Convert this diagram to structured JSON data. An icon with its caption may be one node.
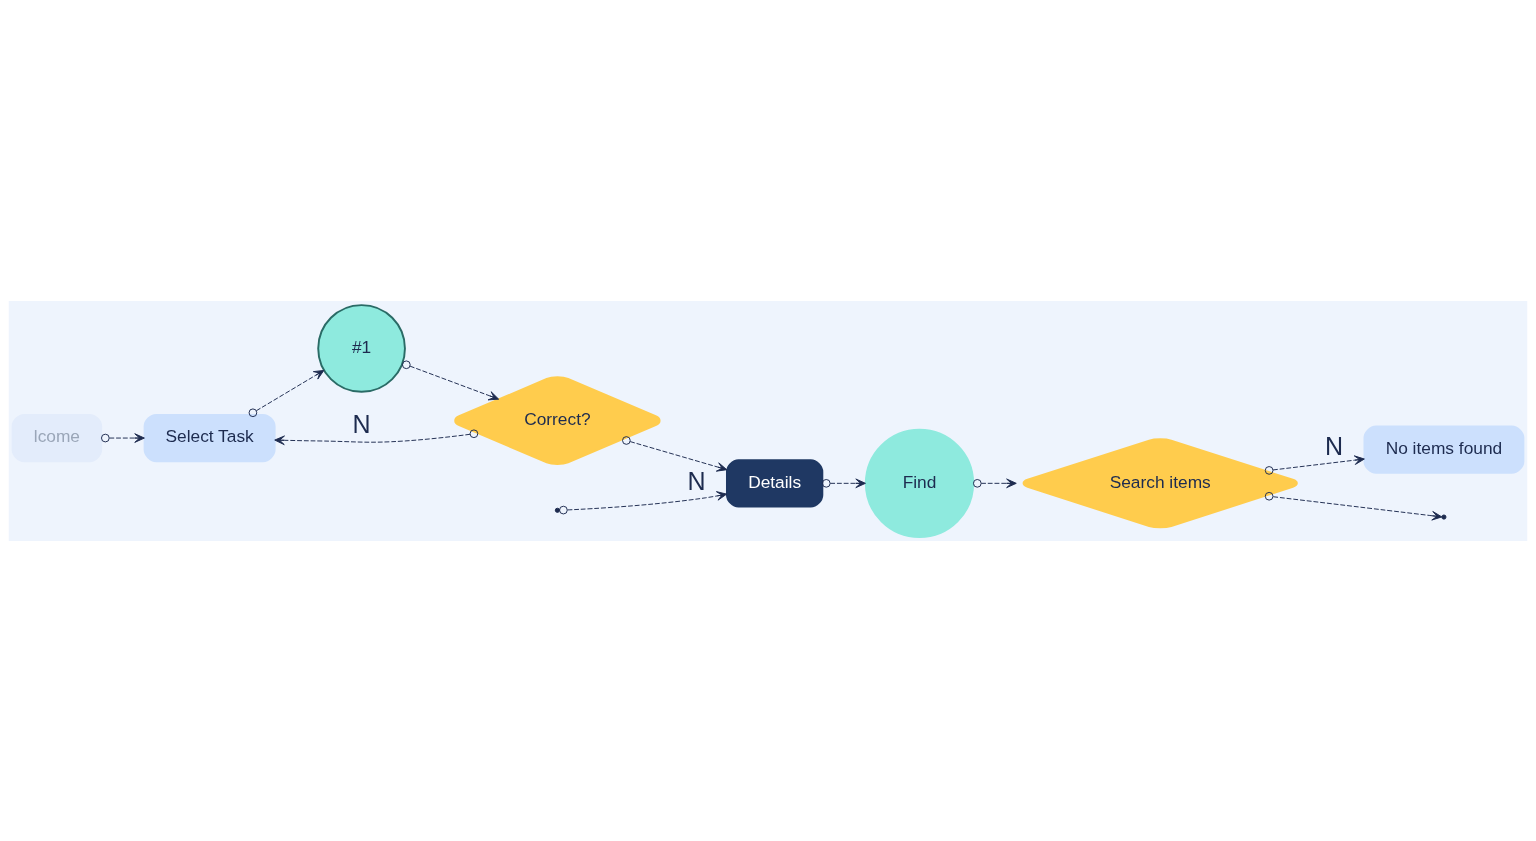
{
  "diagram": {
    "nodes": [
      {
        "text": [
          "lcome"
        ]
      },
      {
        "text": [
          "Select Task"
        ]
      },
      {
        "text": [
          "#1"
        ]
      },
      {
        "text": [
          "Correct?"
        ]
      },
      {
        "text": [
          "Details"
        ]
      },
      {
        "text": [
          "Find"
        ]
      },
      {
        "text": [
          "Search items"
        ]
      },
      {
        "text": [
          "No items found"
        ]
      }
    ],
    "edges": [
      {
        "from": 0,
        "to": 1,
        "arrow": "to",
        "style": "dashed"
      },
      {
        "from": 1,
        "to": 2,
        "arrow": "to",
        "style": "dashed"
      },
      {
        "from": 2,
        "to": 3,
        "arrow": "to",
        "style": "dashed"
      },
      {
        "from": 3,
        "to": 4,
        "arrow": "to",
        "style": "dashed"
      },
      {
        "from": 3,
        "to": 1,
        "arrow": "to",
        "style": "dashed",
        "label": "N"
      },
      {
        "from": 4,
        "to": 5,
        "arrow": "to",
        "style": "dashed"
      },
      {
        "from": 5,
        "to": 6,
        "arrow": "to",
        "style": "dashed"
      },
      {
        "from": 6,
        "to": 7,
        "arrow": "to",
        "style": "dashed",
        "label": "N"
      },
      {
        "from": 6,
        "to": null,
        "arrow": "to",
        "style": "dashed"
      },
      {
        "from": null,
        "to": 4,
        "arrow": "to",
        "style": "dashed",
        "label": "N"
      }
    ]
  }
}
